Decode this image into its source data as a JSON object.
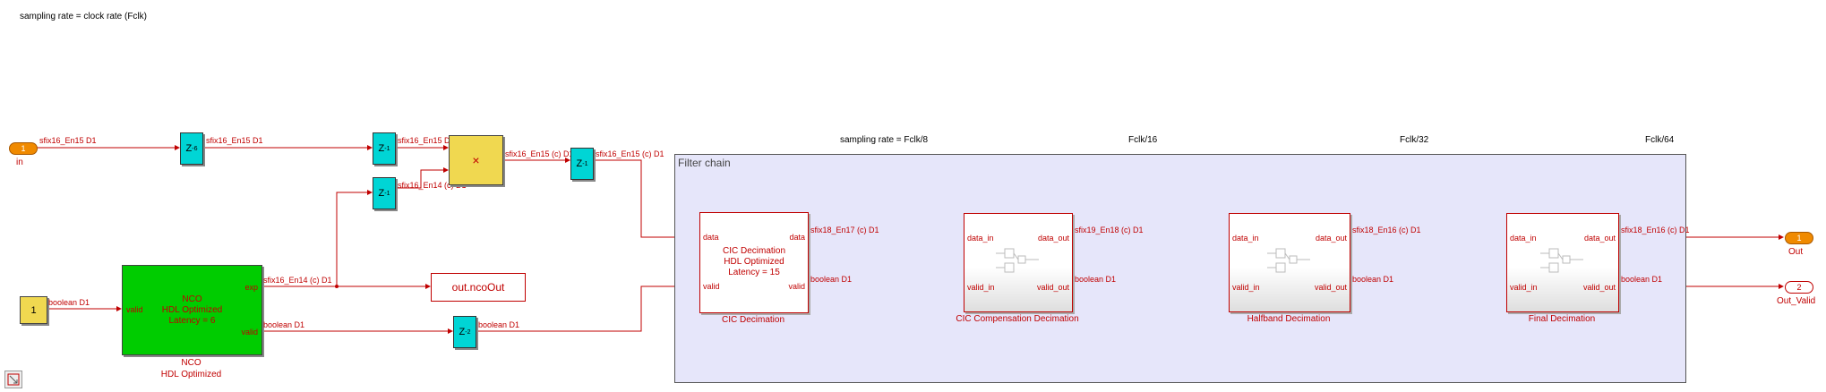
{
  "annotations": {
    "top_note": "sampling rate = clock rate (Fclk)",
    "rate_fclk8": "sampling rate = Fclk/8",
    "rate_fclk16": "Fclk/16",
    "rate_fclk32": "Fclk/32",
    "rate_fclk64": "Fclk/64"
  },
  "ports": {
    "in": {
      "number": "1",
      "name": "in"
    },
    "out": {
      "number": "1",
      "name": "Out"
    },
    "out_valid": {
      "number": "2",
      "name": "Out_Valid"
    }
  },
  "blocks": {
    "const_value": "1",
    "delay_z6": {
      "base": "Z",
      "exp": "-6"
    },
    "delay_z1a": {
      "base": "Z",
      "exp": "-1"
    },
    "delay_z1b": {
      "base": "Z",
      "exp": "-1"
    },
    "delay_z1c": {
      "base": "Z",
      "exp": "-1"
    },
    "delay_z2": {
      "base": "Z",
      "exp": "-2"
    },
    "mult_symbol": "×",
    "nco": {
      "text1": "NCO",
      "text2": "HDL Optimized",
      "text3": "Latency = 6",
      "port_valid_in": "valid",
      "port_exp": "exp",
      "port_valid_out": "valid",
      "caption1": "NCO",
      "caption2": "HDL Optimized"
    },
    "scope_label": "out.ncoOut",
    "filter_chain_title": "Filter chain",
    "cic": {
      "text1": "CIC Decimation",
      "text2": "HDL Optimized",
      "text3": "Latency = 15",
      "port_data_in": "data",
      "port_valid_in": "valid",
      "port_data_out": "data",
      "port_valid_out": "valid",
      "caption": "CIC Decimation"
    },
    "cic_comp": {
      "port_data_in": "data_in",
      "port_valid_in": "valid_in",
      "port_data_out": "data_out",
      "port_valid_out": "valid_out",
      "caption": "CIC Compensation Decimation"
    },
    "halfband": {
      "port_data_in": "data_in",
      "port_valid_in": "valid_in",
      "port_data_out": "data_out",
      "port_valid_out": "valid_out",
      "caption": "Halfband Decimation"
    },
    "final": {
      "port_data_in": "data_in",
      "port_valid_in": "valid_in",
      "port_data_out": "data_out",
      "port_valid_out": "valid_out",
      "caption": "Final Decimation"
    }
  },
  "signals": {
    "s_in": "sfix16_En15 D1",
    "s_z6_out": "sfix16_En15 D1",
    "s_z1a_out": "sfix16_En15 D1",
    "s_z1b_out": "sfix16_En14 (c) D1",
    "s_mult_out": "sfix16_En15 (c) D1",
    "s_z1c_out": "sfix16_En15 (c) D1",
    "s_const_out": "boolean D1",
    "s_nco_exp": "sfix16_En14 (c) D1",
    "s_nco_valid": "boolean D1",
    "s_z2_out": "boolean D1",
    "s_cic_data": "sfix18_En17 (c) D1",
    "s_cic_valid": "boolean D1",
    "s_comp_data": "sfix19_En18 (c) D1",
    "s_comp_valid": "boolean D1",
    "s_hb_data": "sfix18_En16 (c) D1",
    "s_hb_valid": "boolean D1",
    "s_final_data": "sfix18_En16 (c) D1",
    "s_final_valid": "boolean D1"
  },
  "colors": {
    "signal": "#c00000",
    "delay": "#00d5d5",
    "nco": "#00cc00",
    "constant": "#f0d850",
    "subsystem_bg": "#e6e6fa",
    "port": "#f08a00"
  },
  "icons": {
    "corner": "model-browser-icon"
  }
}
